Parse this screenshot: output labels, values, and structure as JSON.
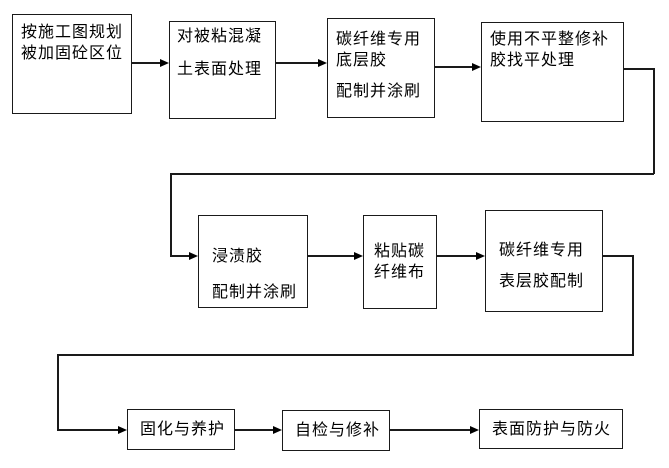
{
  "canvas": {
    "background_color": "#ffffff",
    "line_color": "#1a1a1a",
    "text_color": "#000000"
  },
  "flowchart": {
    "nodes": {
      "n1": {
        "lines": [
          "按施工图规划",
          "被加固砼区位"
        ]
      },
      "n2": {
        "lines": [
          "对被粘混凝",
          "土表面处理"
        ]
      },
      "n3": {
        "lines": [
          "碳纤维专用",
          "底层胶",
          "配制并涂刷"
        ]
      },
      "n4": {
        "lines": [
          "使用不平整修补",
          "胶找平处理"
        ]
      },
      "n5": {
        "lines": [
          "浸渍胶",
          "配制并涂刷"
        ]
      },
      "n6": {
        "lines": [
          "粘贴碳",
          "纤维布"
        ]
      },
      "n7": {
        "lines": [
          "碳纤维专用",
          "表层胶配制"
        ]
      },
      "n8": {
        "lines": [
          "固化与养护"
        ]
      },
      "n9": {
        "lines": [
          "自检与修补"
        ]
      },
      "n10": {
        "lines": [
          "表面防护与防火"
        ]
      }
    },
    "edges": [
      {
        "from": "n1",
        "to": "n2"
      },
      {
        "from": "n2",
        "to": "n3"
      },
      {
        "from": "n3",
        "to": "n4"
      },
      {
        "from": "n4",
        "to": "n5"
      },
      {
        "from": "n5",
        "to": "n6"
      },
      {
        "from": "n6",
        "to": "n7"
      },
      {
        "from": "n7",
        "to": "n8"
      },
      {
        "from": "n8",
        "to": "n9"
      },
      {
        "from": "n9",
        "to": "n10"
      }
    ]
  }
}
